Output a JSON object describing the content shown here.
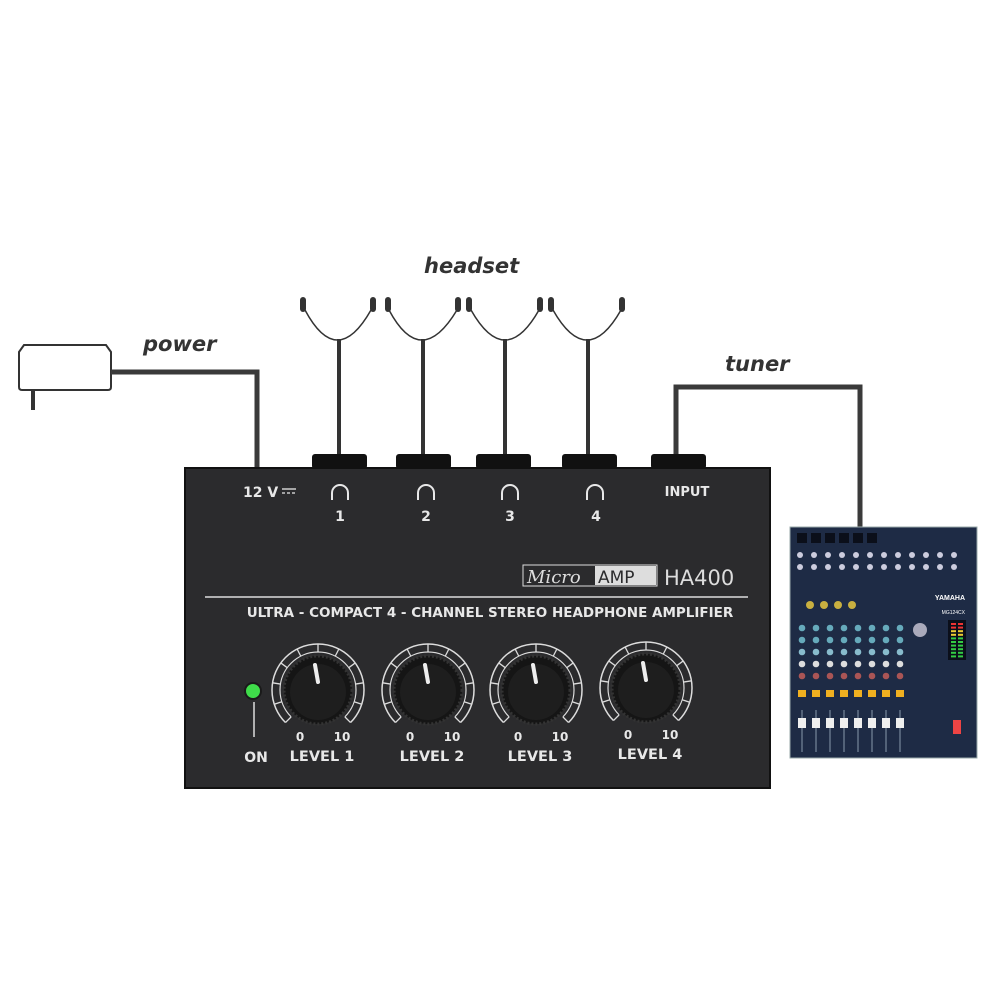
{
  "labels": {
    "power": "power",
    "headset": "headset",
    "tuner": "tuner"
  },
  "device": {
    "power_label": "12 V",
    "input_label": "INPUT",
    "outputs": [
      "1",
      "2",
      "3",
      "4"
    ],
    "brand_micro": "Micro",
    "brand_amp": "AMP",
    "model": "HA400",
    "subtitle": "ULTRA - COMPACT 4 - CHANNEL STEREO HEADPHONE AMPLIFIER",
    "on_label": "ON",
    "led_color": "#3fdc4a",
    "scale_min": "0",
    "scale_max": "10",
    "knobs": [
      "LEVEL 1",
      "LEVEL 2",
      "LEVEL 3",
      "LEVEL 4"
    ]
  },
  "mixer": {
    "brand": "YAMAHA",
    "model": "MG124CX"
  },
  "colors": {
    "body": "#2b2b2d",
    "cable": "#3a3a3a",
    "mixer": "#1e2b45"
  }
}
